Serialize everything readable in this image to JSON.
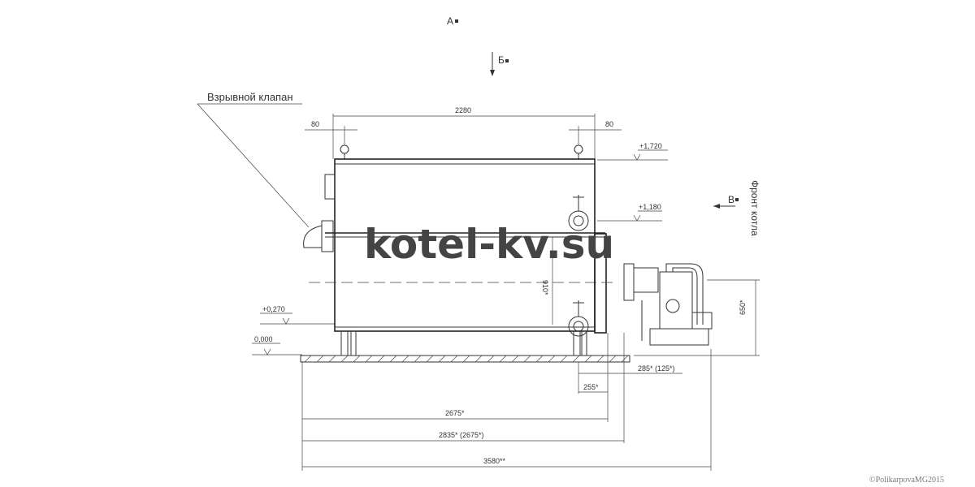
{
  "views": {
    "a": "A",
    "b": "Б",
    "v": "В"
  },
  "labels": {
    "explosion_valve": "Взрывной клапан",
    "boiler_front": "Фронт котла"
  },
  "dimensions": {
    "overall_width": "2280",
    "left_offset": "80",
    "right_offset": "80",
    "level_top": "+1,720",
    "level_mid": "+1,180",
    "level_low": "+0,270",
    "level_zero": "0,000",
    "vertical_910": "910*",
    "height_650": "650*",
    "d_285": "285* (125*)",
    "d_255": "255*",
    "d_2675": "2675*",
    "d_2835": "2835* (2675*)",
    "d_3580": "3580**"
  },
  "watermark": "kotel-kv.su",
  "copyright": "©PolikarpovaMG2015"
}
